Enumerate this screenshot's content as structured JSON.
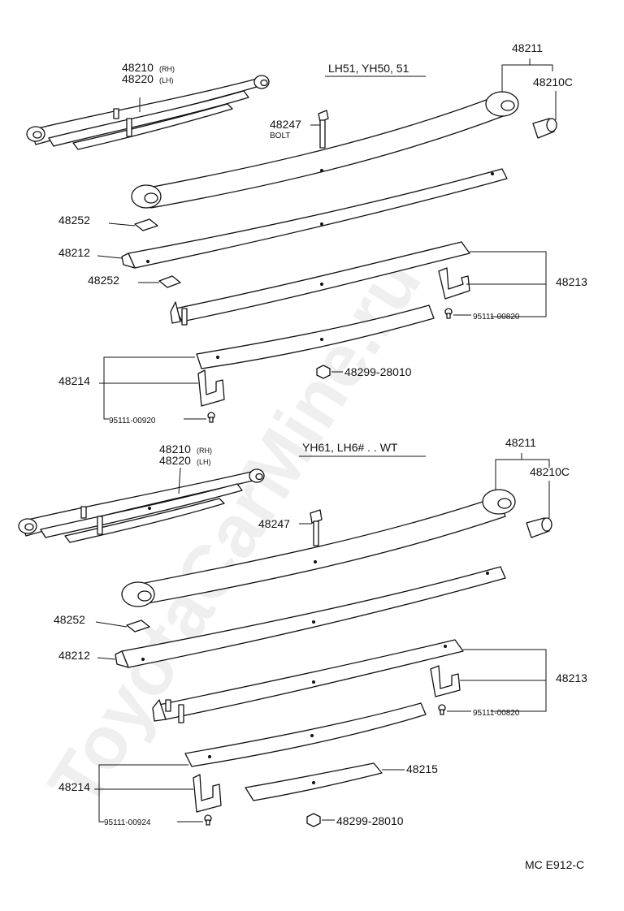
{
  "watermark": "ToyotaCarMine.ru",
  "footer_code": "MC E912-C",
  "top": {
    "title": "LH51, YH50, 51",
    "labels": {
      "spring_assy_rh": "48210",
      "spring_assy_rh_sub": "(RH)",
      "spring_assy_lh": "48220",
      "spring_assy_lh_sub": "(LH)",
      "leaf_no1": "48211",
      "bushing": "48210C",
      "center_bolt": "48247",
      "center_bolt_sub": "BOLT",
      "spacer_1": "48252",
      "leaf_no2": "48212",
      "spacer_2": "48252",
      "clip_upper": "48213",
      "rivet_upper": "95111-00820",
      "clip_lower": "48214",
      "rivet_lower": "95111-00920",
      "nut": "48299-28010"
    }
  },
  "bottom": {
    "title": "YH61, LH6# . . WT",
    "labels": {
      "spring_assy_rh": "48210",
      "spring_assy_rh_sub": "(RH)",
      "spring_assy_lh": "48220",
      "spring_assy_lh_sub": "(LH)",
      "leaf_no1": "48211",
      "bushing": "48210C",
      "center_bolt": "48247",
      "spacer": "48252",
      "leaf_no2": "48212",
      "clip_upper": "48213",
      "rivet_upper": "95111-00820",
      "leaf_extra": "48215",
      "clip_lower": "48214",
      "rivet_lower": "95111-00924",
      "nut": "48299-28010"
    }
  }
}
